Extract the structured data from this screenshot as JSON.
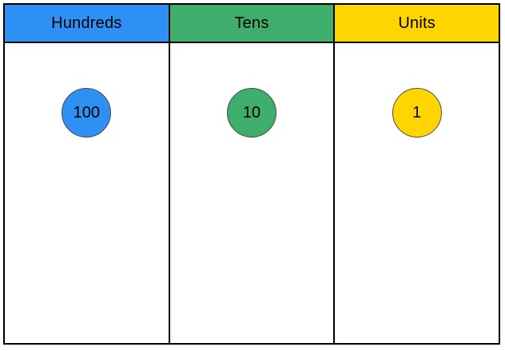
{
  "chart": {
    "background": "#FFFFFF",
    "grid_color": "#000000",
    "columns": [
      {
        "label": "Hundreds",
        "header_color": "#2E90F2",
        "counter": {
          "value": "100",
          "fill": "#2E90F2",
          "outline": "#4A4A4A"
        }
      },
      {
        "label": "Tens",
        "header_color": "#3FAE6C",
        "counter": {
          "value": "10",
          "fill": "#3FAE6C",
          "outline": "#4A4A4A"
        }
      },
      {
        "label": "Units",
        "header_color": "#FFD500",
        "counter": {
          "value": "1",
          "fill": "#FFD500",
          "outline": "#4A4A4A"
        }
      }
    ]
  }
}
